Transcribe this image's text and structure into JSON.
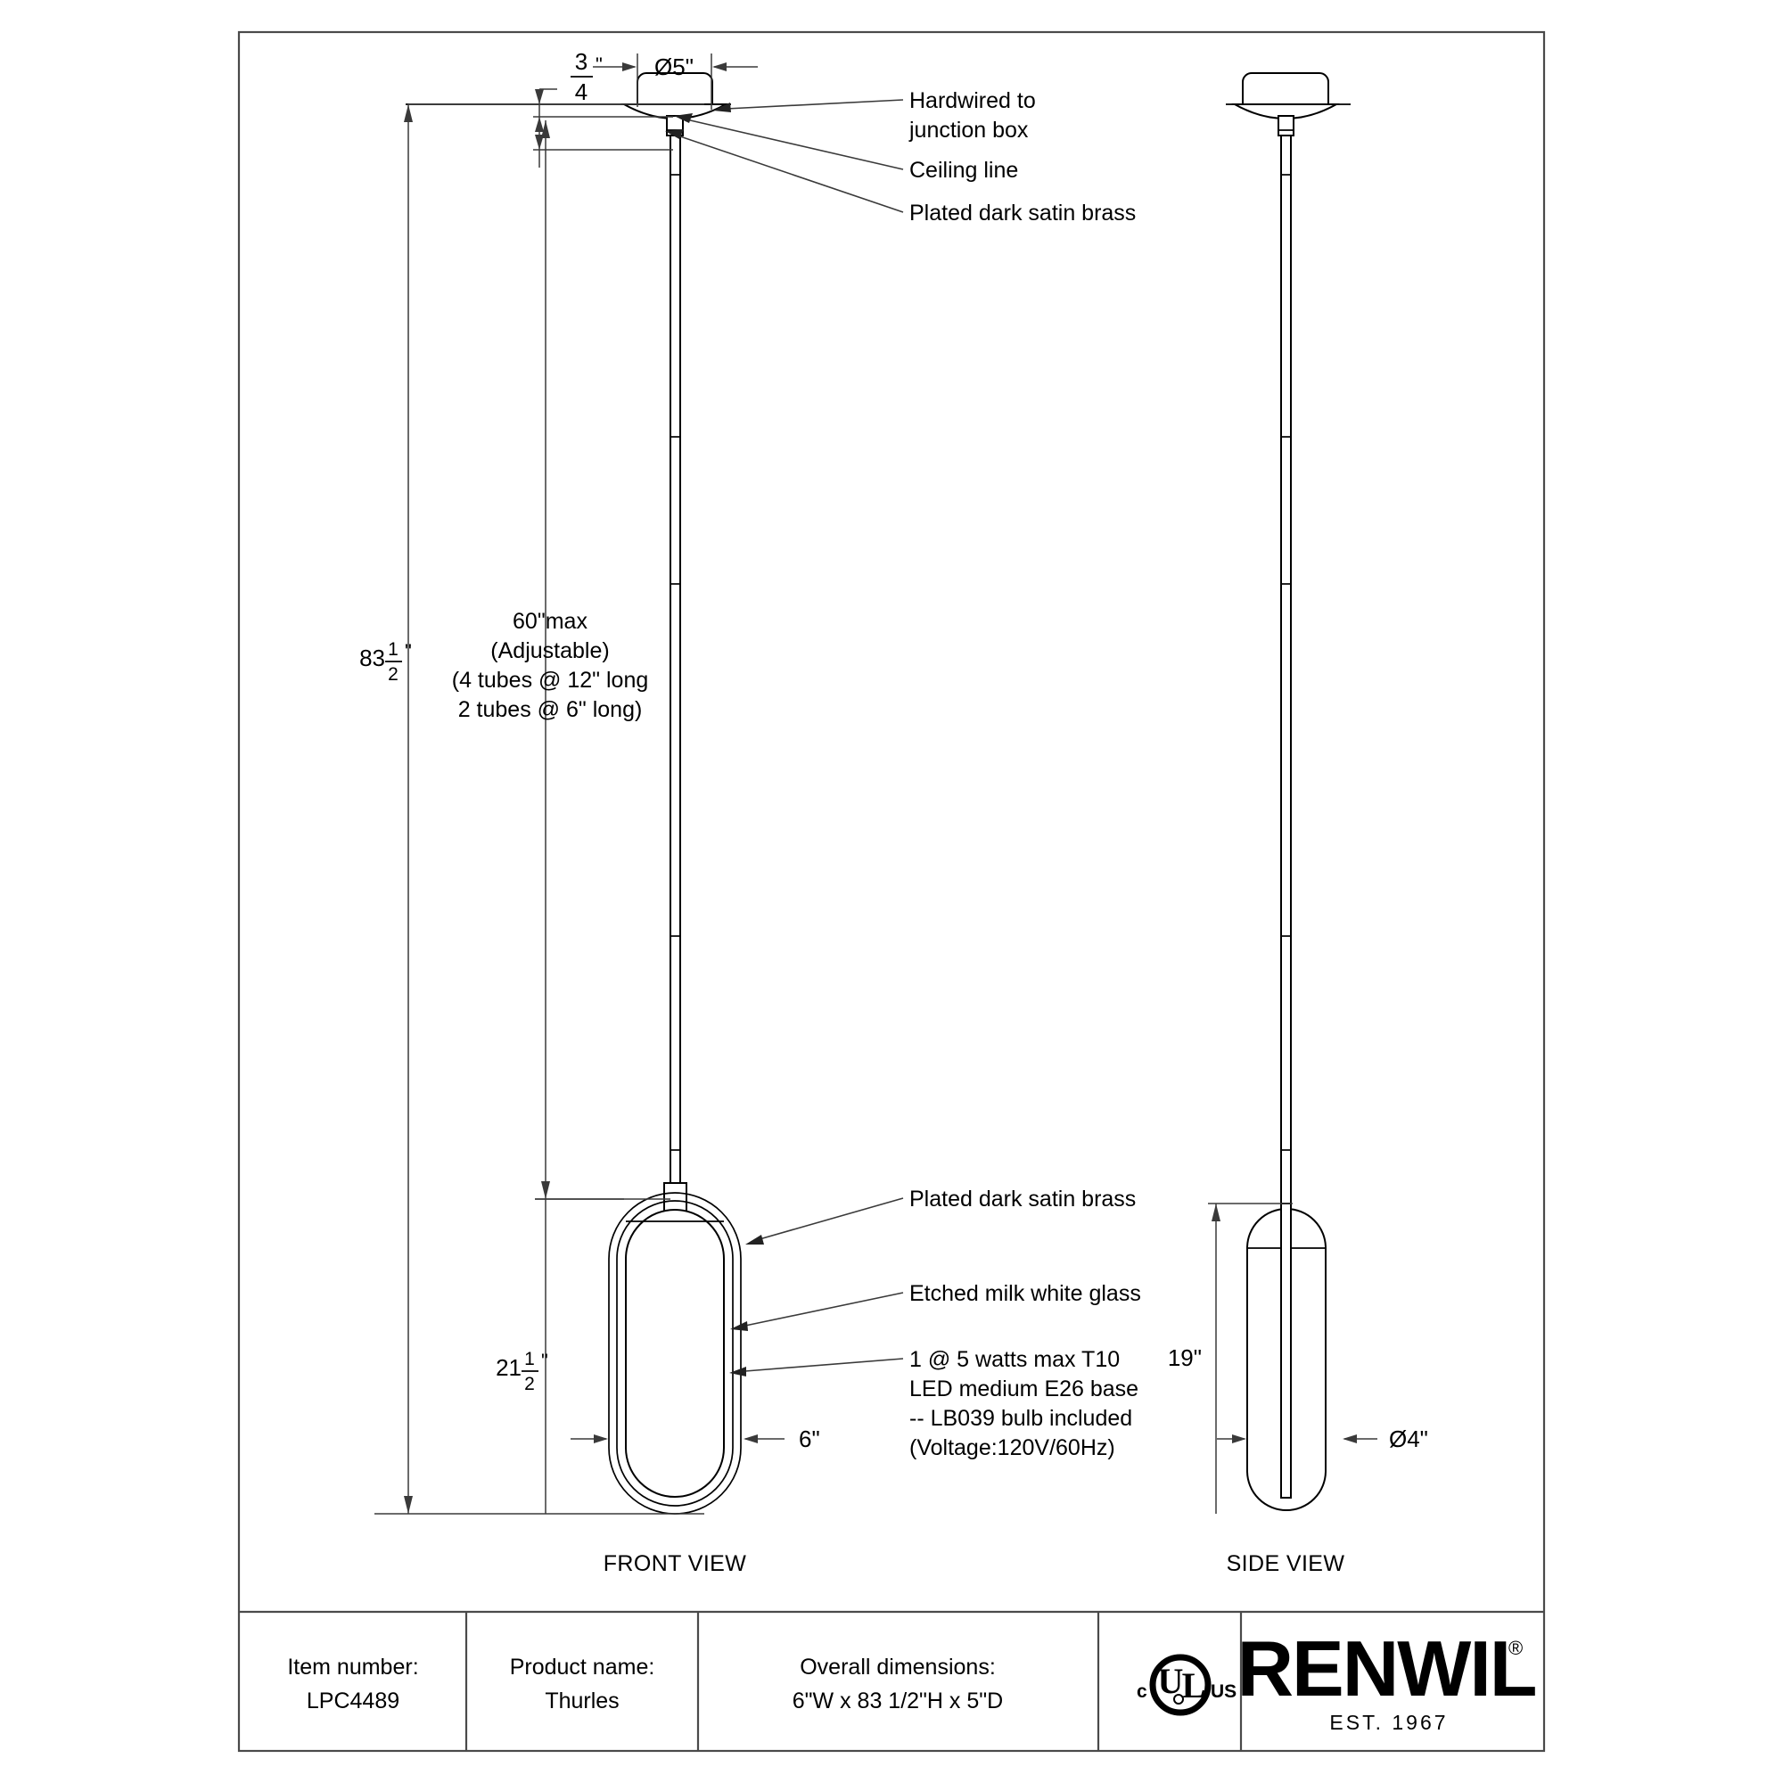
{
  "drawing": {
    "views": {
      "front_label": "FRONT VIEW",
      "side_label": "SIDE VIEW"
    },
    "dimensions": {
      "canopy_diameter": "Ø5\"",
      "canopy_height_whole": "3",
      "canopy_height_num": "3",
      "canopy_height_den": "4",
      "canopy_height_unit": "\"",
      "overall_height_whole": "83",
      "overall_height_num": "1",
      "overall_height_den": "2",
      "overall_height_unit": "\"",
      "drop_line1": "60\"max",
      "drop_line2": "(Adjustable)",
      "drop_line3": "(4 tubes @ 12\" long",
      "drop_line4": "2 tubes @ 6\" long)",
      "shade_height_whole": "21",
      "shade_height_num": "1",
      "shade_height_den": "2",
      "shade_height_unit": "\"",
      "shade_width": "6\"",
      "side_shade_height": "19\"",
      "side_shade_diameter": "Ø4\""
    },
    "annotations": {
      "hardwired_line1": "Hardwired to",
      "hardwired_line2": "junction box",
      "ceiling_line": "Ceiling line",
      "plated_top": "Plated dark satin brass",
      "plated_bottom": "Plated dark satin brass",
      "glass": "Etched milk white glass",
      "bulb_line1": "1 @ 5 watts max T10",
      "bulb_line2": "LED medium E26 base",
      "bulb_line3": "-- LB039 bulb included",
      "bulb_line4": "(Voltage:120V/60Hz)"
    }
  },
  "title_block": {
    "item_number_label": "Item number:",
    "item_number_value": "LPC4489",
    "product_name_label": "Product name:",
    "product_name_value": "Thurles",
    "overall_dimensions_label": "Overall dimensions:",
    "overall_dimensions_value": "6\"W x 83 1/2\"H x 5\"D",
    "ul_prefix": "c",
    "ul_mark_u": "U",
    "ul_mark_l": "L",
    "ul_suffix": "US",
    "brand": "RENWIL",
    "brand_reg": "®",
    "brand_est": "EST. 1967"
  }
}
